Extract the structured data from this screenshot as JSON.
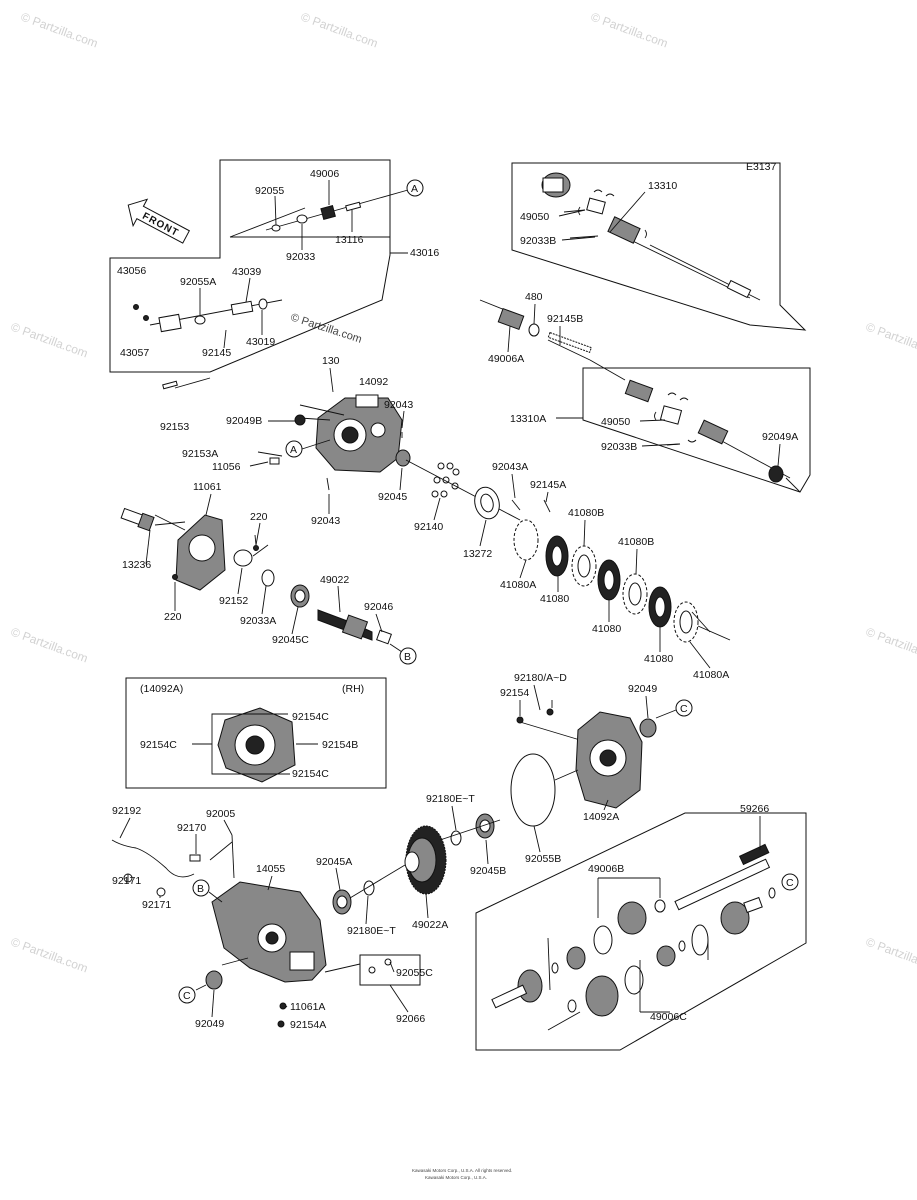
{
  "diagram_code": "E3137",
  "front_label": "FRONT",
  "watermark": "© Partzilla.com",
  "copyright_line1": "Kawasaki Motors Corp., U.S.A. All rights reserved.",
  "copyright_line2": "Kawasaki Motors Corp., U.S.A.",
  "callouts": {
    "a": "A",
    "b": "B",
    "c": "C"
  },
  "inset_header": {
    "ref": "(14092A)",
    "side": "(RH)"
  },
  "parts": [
    {
      "id": "92055",
      "label": "92055"
    },
    {
      "id": "49006",
      "label": "49006"
    },
    {
      "id": "13116",
      "label": "13116"
    },
    {
      "id": "92033",
      "label": "92033"
    },
    {
      "id": "43016",
      "label": "43016"
    },
    {
      "id": "43056",
      "label": "43056"
    },
    {
      "id": "92055A",
      "label": "92055A"
    },
    {
      "id": "43039",
      "label": "43039"
    },
    {
      "id": "43057",
      "label": "43057"
    },
    {
      "id": "92145",
      "label": "92145"
    },
    {
      "id": "43019",
      "label": "43019"
    },
    {
      "id": "130",
      "label": "130"
    },
    {
      "id": "14092",
      "label": "14092"
    },
    {
      "id": "92153",
      "label": "92153"
    },
    {
      "id": "92049B",
      "label": "92049B"
    },
    {
      "id": "92043a",
      "label": "92043"
    },
    {
      "id": "92153A",
      "label": "92153A"
    },
    {
      "id": "11056",
      "label": "11056"
    },
    {
      "id": "92045",
      "label": "92045"
    },
    {
      "id": "92043b",
      "label": "92043"
    },
    {
      "id": "11061",
      "label": "11061"
    },
    {
      "id": "220a",
      "label": "220"
    },
    {
      "id": "13236",
      "label": "13236"
    },
    {
      "id": "220b",
      "label": "220"
    },
    {
      "id": "92152",
      "label": "92152"
    },
    {
      "id": "92033A",
      "label": "92033A"
    },
    {
      "id": "49022",
      "label": "49022"
    },
    {
      "id": "92046",
      "label": "92046"
    },
    {
      "id": "92045C",
      "label": "92045C"
    },
    {
      "id": "13310",
      "label": "13310"
    },
    {
      "id": "49050a",
      "label": "49050"
    },
    {
      "id": "92033Ba",
      "label": "92033B"
    },
    {
      "id": "480",
      "label": "480"
    },
    {
      "id": "92145B",
      "label": "92145B"
    },
    {
      "id": "49006A",
      "label": "49006A"
    },
    {
      "id": "13310A",
      "label": "13310A"
    },
    {
      "id": "49050b",
      "label": "49050"
    },
    {
      "id": "92033Bb",
      "label": "92033B"
    },
    {
      "id": "92049A",
      "label": "92049A"
    },
    {
      "id": "92043A",
      "label": "92043A"
    },
    {
      "id": "92145A",
      "label": "92145A"
    },
    {
      "id": "92140",
      "label": "92140"
    },
    {
      "id": "13272",
      "label": "13272"
    },
    {
      "id": "41080Ba",
      "label": "41080B"
    },
    {
      "id": "41080Bb",
      "label": "41080B"
    },
    {
      "id": "41080Aa",
      "label": "41080A"
    },
    {
      "id": "41080a",
      "label": "41080"
    },
    {
      "id": "41080b",
      "label": "41080"
    },
    {
      "id": "41080c",
      "label": "41080"
    },
    {
      "id": "41080Ab",
      "label": "41080A"
    },
    {
      "id": "92154Ca",
      "label": "92154C"
    },
    {
      "id": "92154Cb",
      "label": "92154C"
    },
    {
      "id": "92154B",
      "label": "92154B"
    },
    {
      "id": "92154Cc",
      "label": "92154C"
    },
    {
      "id": "92180AD",
      "label": "92180/A~D"
    },
    {
      "id": "92154",
      "label": "92154"
    },
    {
      "id": "92049a",
      "label": "92049"
    },
    {
      "id": "14092A",
      "label": "14092A"
    },
    {
      "id": "92192",
      "label": "92192"
    },
    {
      "id": "92005",
      "label": "92005"
    },
    {
      "id": "92170",
      "label": "92170"
    },
    {
      "id": "92180ET_a",
      "label": "92180E~T"
    },
    {
      "id": "14055",
      "label": "14055"
    },
    {
      "id": "92045A",
      "label": "92045A"
    },
    {
      "id": "92045B",
      "label": "92045B"
    },
    {
      "id": "92055B",
      "label": "92055B"
    },
    {
      "id": "92171a",
      "label": "92171"
    },
    {
      "id": "92171b",
      "label": "92171"
    },
    {
      "id": "92180ET_b",
      "label": "92180E~T"
    },
    {
      "id": "49022A",
      "label": "49022A"
    },
    {
      "id": "92055C",
      "label": "92055C"
    },
    {
      "id": "92049b",
      "label": "92049"
    },
    {
      "id": "11061A",
      "label": "11061A"
    },
    {
      "id": "92154A",
      "label": "92154A"
    },
    {
      "id": "92066",
      "label": "92066"
    },
    {
      "id": "59266",
      "label": "59266"
    },
    {
      "id": "49006B",
      "label": "49006B"
    },
    {
      "id": "49006C",
      "label": "49006C"
    }
  ]
}
